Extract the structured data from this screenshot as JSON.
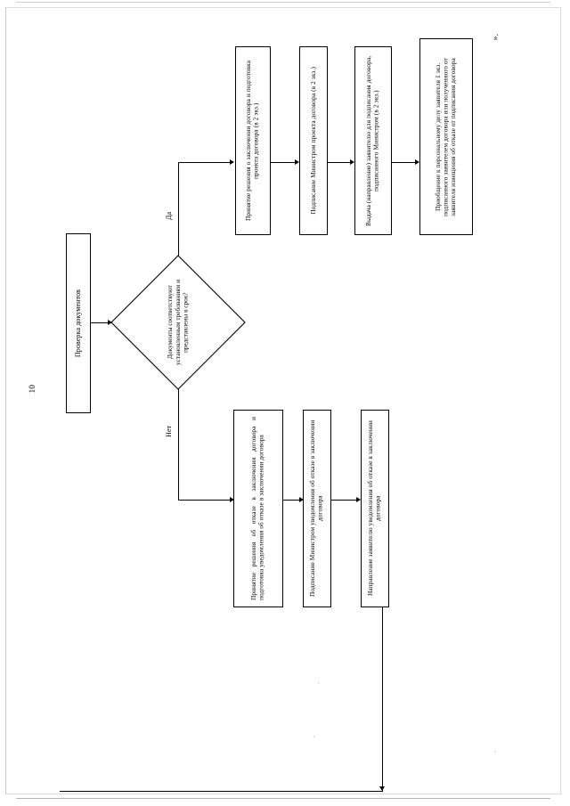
{
  "document": {
    "page_number": "10",
    "corner_mark": "»."
  },
  "flowchart": {
    "type": "process-flow-diagram",
    "orientation": "rotated-90-landscape",
    "language": "ru",
    "start": {
      "id": "check-documents",
      "label": "Проверка документов"
    },
    "decision": {
      "id": "documents-conform",
      "label": "Документы соответствуют установленным требованиям и представлены в срок?",
      "branches": [
        {
          "id": "yes",
          "label": "Да"
        },
        {
          "id": "no",
          "label": "Нет"
        }
      ]
    },
    "yes_branch": [
      {
        "id": "decision-to-conclude",
        "label": "Принятие решения о заключении договора и подготовка проекта договора (в 2 экз.)"
      },
      {
        "id": "minister-signs-draft",
        "label": "Подписание Министром проекта договора (в 2 экз.)"
      },
      {
        "id": "issue-to-applicant",
        "label": "Выдача (направление) заявителю для подписания договора, подписанного Министром (в 2 экз.)"
      },
      {
        "id": "attach-to-personal-file",
        "label": "Приобщение к персональному делу заявителя 1 экз. подписанного заявителем договора или полученного от заявителя извещения об отказе от подписания договора"
      }
    ],
    "no_branch": [
      {
        "id": "decision-to-refuse",
        "label": "Принятие решения об отказе в заключении договора и подготовка уведомления об отказе в заключении договора"
      },
      {
        "id": "minister-signs-refusal",
        "label": "Подписание Министром уведомления об отказе в заключении договора"
      },
      {
        "id": "send-refusal-notice",
        "label": "Направление заявителю уведомления об отказе в заключении договора"
      }
    ]
  },
  "colors": {
    "ink": "#000000",
    "paper": "#ffffff",
    "frame": "#dcdcdc"
  }
}
